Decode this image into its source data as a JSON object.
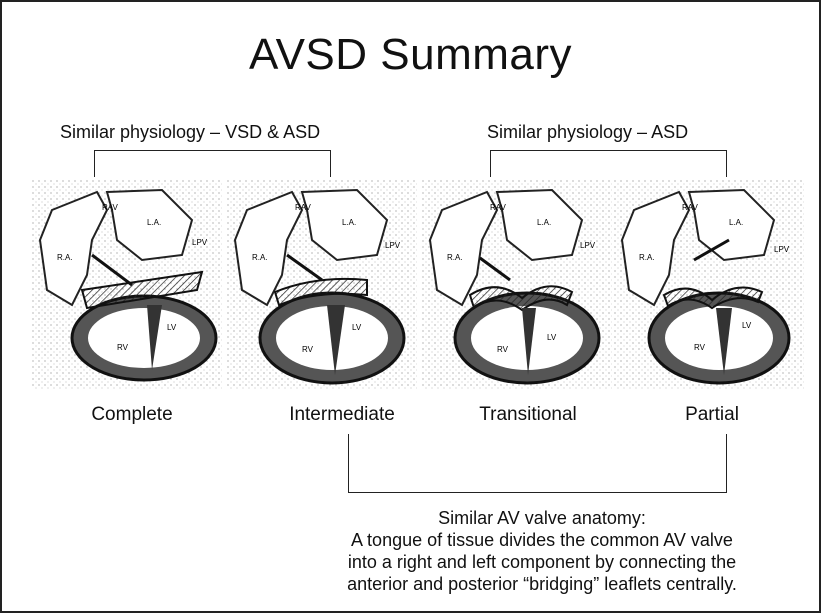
{
  "slide": {
    "title": "AVSD Summary",
    "groups": [
      {
        "label": "Similar physiology – VSD & ASD"
      },
      {
        "label": "Similar physiology – ASD"
      }
    ],
    "hearts": [
      {
        "caption": "Complete",
        "labels": [
          "RAV",
          "L.A.",
          "LPV",
          "R.A.",
          "RV",
          "LV"
        ]
      },
      {
        "caption": "Intermediate",
        "labels": [
          "RAV",
          "L.A.",
          "LPV",
          "R.A.",
          "RV",
          "LV"
        ]
      },
      {
        "caption": "Transitional",
        "labels": [
          "RAV",
          "L.A.",
          "LPV",
          "R.A.",
          "RV",
          "LV"
        ]
      },
      {
        "caption": "Partial",
        "labels": [
          "RAV",
          "L.A.",
          "LPV",
          "R.A.",
          "RV",
          "LV"
        ]
      }
    ],
    "note": {
      "lines": [
        "Similar AV valve anatomy:",
        "A tongue of tissue divides the common AV valve",
        "into a right and left component by connecting the",
        "anterior and posterior “bridging” leaflets centrally."
      ]
    }
  }
}
